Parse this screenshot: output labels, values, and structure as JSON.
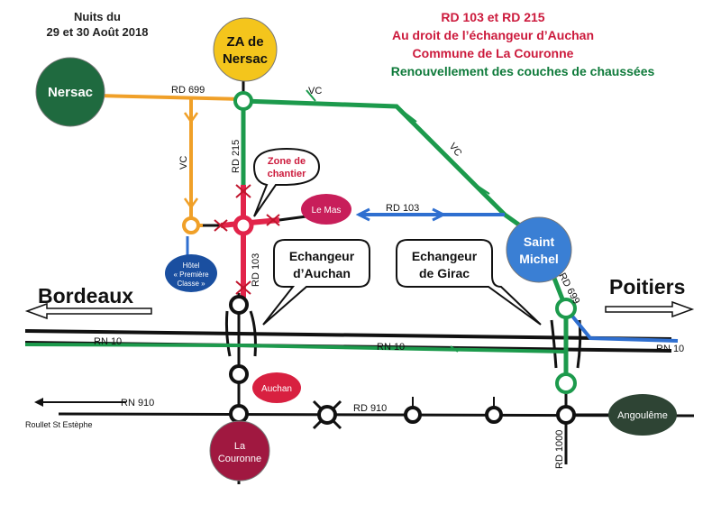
{
  "dates": [
    "Nuits du",
    "29 et 30 Août 2018"
  ],
  "title": {
    "line1": "RD 103 et RD 215",
    "line2": "Au droit de l’échangeur d’Auchan",
    "line3": "Commune de La Couronne",
    "line4": "Renouvellement des couches de chaussées"
  },
  "colors": {
    "title_red": "#cc1a3c",
    "title_green": "#0e7a3a",
    "work_green": "#1c9a4c",
    "deviation_orange": "#f0a028",
    "work_red": "#e2244a",
    "blue": "#2f6fd0",
    "nersac": "#1f6a3f",
    "za_nersac": "#f4c51c",
    "le_mas": "#c81e5a",
    "hotel": "#1a4fa0",
    "saint_michel": "#3a7fd4",
    "auchan": "#d82040",
    "la_couronne": "#a01840",
    "angouleme": "#2e4434"
  },
  "places": {
    "nersac": "Nersac",
    "za_nersac": [
      "ZA de",
      "Nersac"
    ],
    "le_mas": "Le Mas",
    "hotel": [
      "Hôtel",
      "« Première",
      "Classe »"
    ],
    "saint_michel": [
      "Saint",
      "Michel"
    ],
    "auchan": "Auchan",
    "la_couronne": [
      "La",
      "Couronne"
    ],
    "angouleme": "Angoulême"
  },
  "callouts": {
    "zone": [
      "Zone de",
      "chantier"
    ],
    "auchan": [
      "Echangeur",
      "d’Auchan"
    ],
    "girac": [
      "Echangeur",
      "de Girac"
    ]
  },
  "directions": {
    "bordeaux": "Bordeaux",
    "poitiers": "Poitiers",
    "roullet": "Roullet St Estèphe"
  },
  "road_labels": {
    "rd699_top": "RD 699",
    "vc_top": "VC",
    "vc_diag": "VC",
    "vc_left": "VC",
    "rd215": "RD 215",
    "rd103_vert": "RD 103",
    "rd103_h": "RD 103",
    "rd699_right": "RD 699",
    "rn10_left": "RN 10",
    "rn10_mid": "RN 10",
    "rn10_right": "RN 10",
    "rn910": "RN 910",
    "rd910": "RD 910",
    "rd1000": "RD 1000"
  }
}
